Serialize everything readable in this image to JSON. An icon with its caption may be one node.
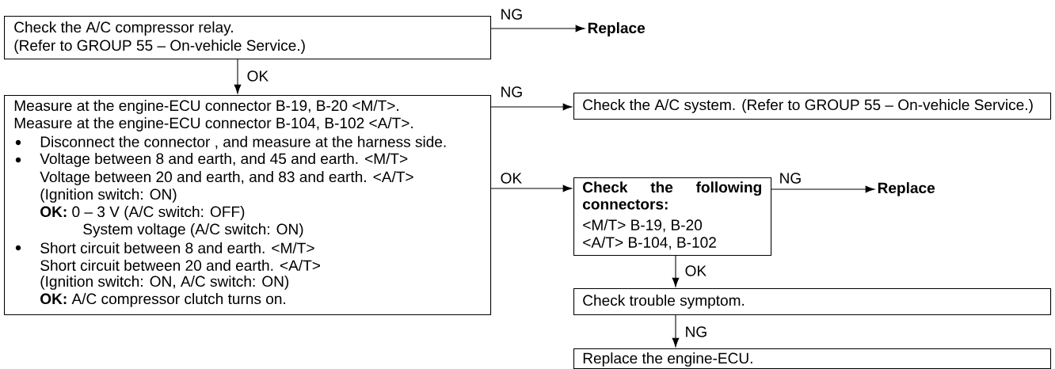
{
  "diagram": {
    "nodes": [
      {
        "text": [
          "Check the A/C compressor relay.",
          "(Refer to GROUP 55 – On-vehicle Service.)"
        ]
      },
      {
        "text": [
          "Replace"
        ]
      },
      {
        "text": [
          "Measure at the engine-ECU connector B-19, B-20 <M/T>.",
          "Measure at the engine-ECU connector B-104, B-102 <A/T>.",
          "Disconnect the connector , and measure at the harness side.",
          "Voltage between 8 and earth, and 45 and earth. <M/T>",
          "Voltage between 20 and earth, and 83 and earth. <A/T>",
          "(Ignition switch: ON)",
          "**OK:** 0 – 3 V (A/C switch: OFF)",
          "System voltage (A/C switch: ON)",
          "Short circuit between 8 and earth. <M/T>",
          "Short circuit between 20 and earth. <A/T>",
          "(Ignition switch: ON, A/C switch: ON)",
          "**OK:** A/C compressor clutch turns on."
        ]
      },
      {
        "text": [
          "Check the A/C system. (Refer to GROUP 55 – On-vehicle Service.)"
        ]
      },
      {
        "text": [
          "Check the following connectors:",
          "<M/T> B-19, B-20",
          "<A/T> B-104, B-102"
        ]
      },
      {
        "text": [
          "Replace"
        ]
      },
      {
        "text": [
          "Check trouble symptom."
        ]
      },
      {
        "text": [
          "Replace the engine-ECU."
        ]
      }
    ],
    "edges": [
      {
        "from": 0,
        "to": 1,
        "arrow": "to",
        "label": "NG"
      },
      {
        "from": 0,
        "to": 2,
        "arrow": "to",
        "label": "OK"
      },
      {
        "from": 2,
        "to": 3,
        "arrow": "to",
        "label": "NG"
      },
      {
        "from": 2,
        "to": 4,
        "arrow": "to",
        "label": "OK"
      },
      {
        "from": 4,
        "to": 5,
        "arrow": "to",
        "label": "NG"
      },
      {
        "from": 4,
        "to": 6,
        "arrow": "to",
        "label": "OK"
      },
      {
        "from": 6,
        "to": 7,
        "arrow": "to",
        "label": "NG"
      }
    ]
  }
}
